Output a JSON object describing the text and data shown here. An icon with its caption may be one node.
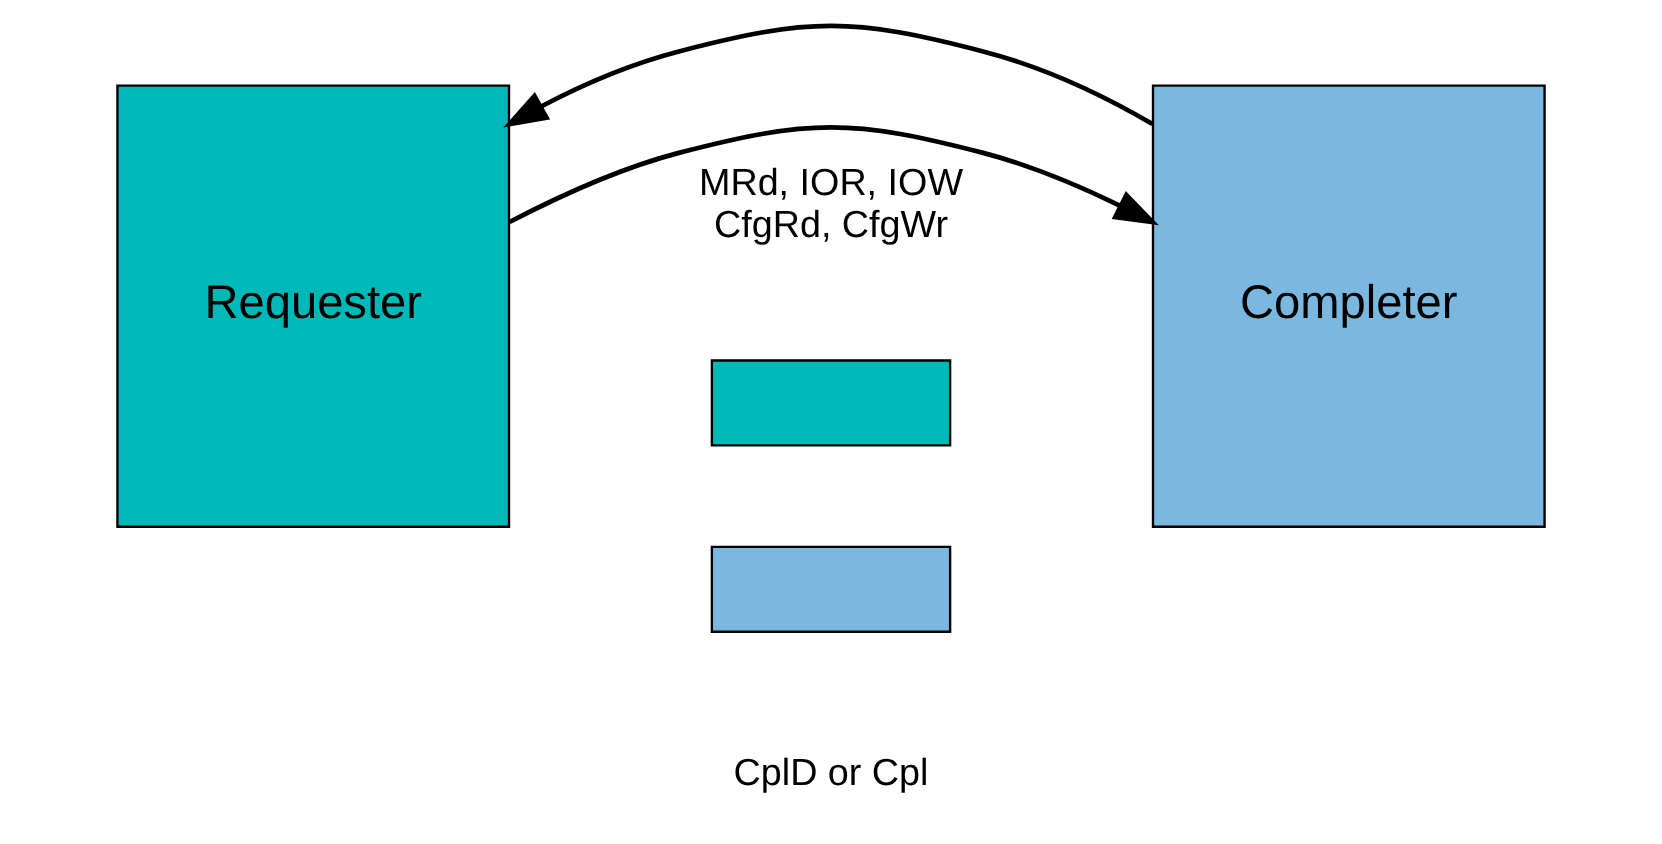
{
  "diagram": {
    "nodes": [
      {
        "text": [
          "Requester"
        ]
      },
      {
        "text": [
          "Completer"
        ]
      },
      {
        "text": [],
        "shape": "box",
        "beside": [
          "MRd, IOR, IOW",
          "CfgRd, CfgWr"
        ]
      },
      {
        "text": [],
        "shape": "box",
        "beside": [
          "CplD or Cpl"
        ]
      }
    ],
    "edges": [
      {
        "from": 0,
        "to": 1,
        "arrow": "to"
      },
      {
        "from": 1,
        "to": 0,
        "arrow": "to"
      }
    ]
  }
}
